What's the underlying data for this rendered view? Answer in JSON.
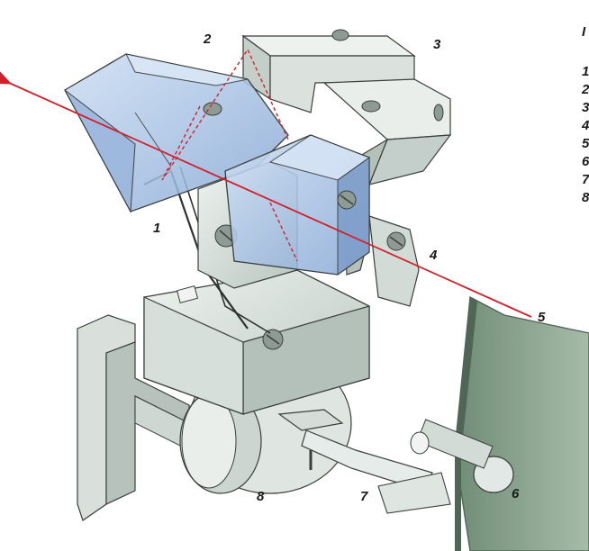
{
  "diagram": {
    "callouts": [
      {
        "id": "c1",
        "text": "1"
      },
      {
        "id": "c2",
        "text": "2"
      },
      {
        "id": "c3",
        "text": "3"
      },
      {
        "id": "c4",
        "text": "4"
      },
      {
        "id": "c5",
        "text": "5"
      },
      {
        "id": "c6",
        "text": "6"
      },
      {
        "id": "c7",
        "text": "7"
      },
      {
        "id": "c8",
        "text": "8"
      }
    ],
    "legend_heading": "I",
    "legend_items": [
      "1",
      "2",
      "3",
      "4",
      "5",
      "6",
      "7",
      "8"
    ]
  },
  "colors": {
    "metal_light": "#e4ebe7",
    "metal_mid": "#c9d3ce",
    "metal_dark": "#9eaaa4",
    "glass": "#a9c4e6",
    "glass_dark": "#7fa0cf",
    "beam": "#d2202a",
    "plate": "#7e9a83",
    "plate_edge": "#4f6656",
    "outline": "#3a3f3c"
  }
}
